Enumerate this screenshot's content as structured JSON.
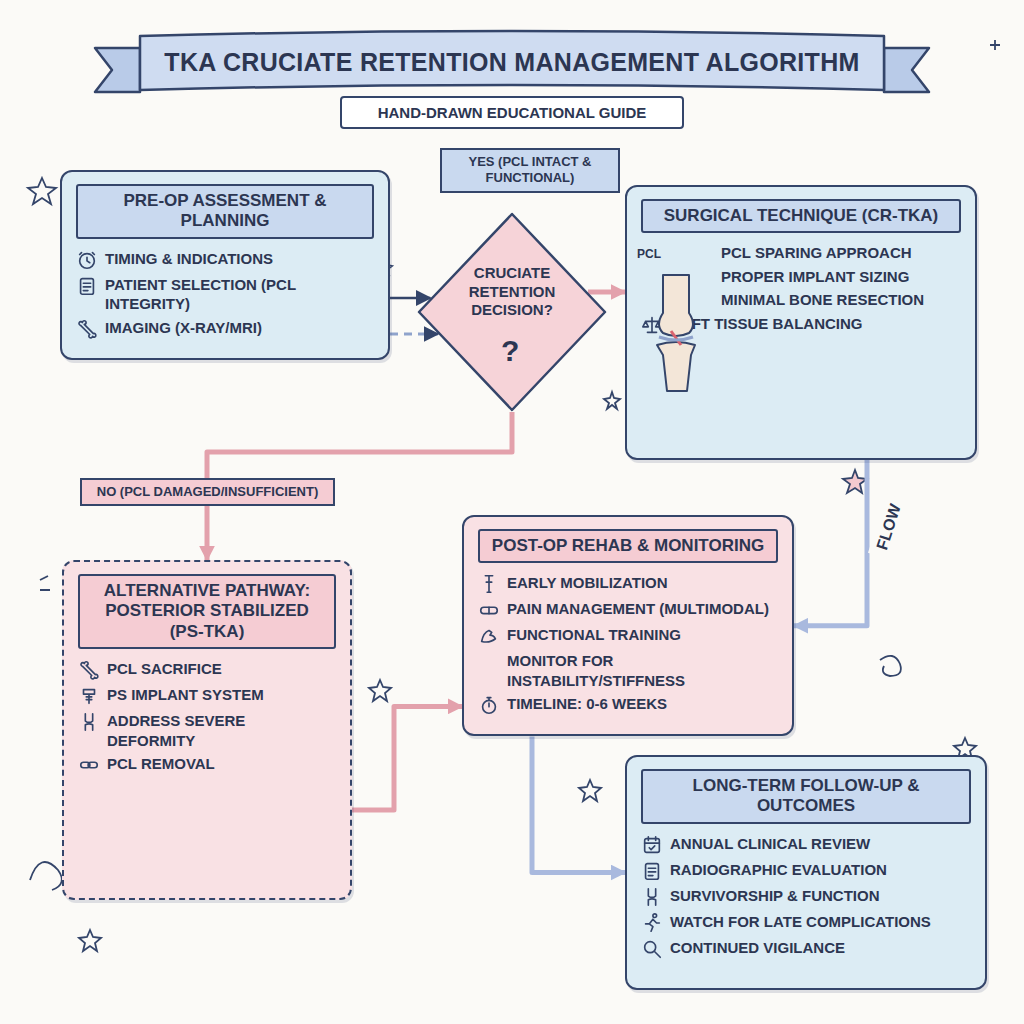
{
  "diagram": {
    "title": "TKA CRUCIATE RETENTION MANAGEMENT ALGORITHM",
    "nodes": [
      {
        "text": [
          "HAND-DRAWN EDUCATIONAL GUIDE"
        ]
      },
      {
        "text": [
          "PRE-OP ASSESSMENT & PLANNING",
          "TIMING & INDICATIONS",
          "PATIENT SELECTION (PCL INTEGRITY)",
          "IMAGING (X-RAY/MRI)"
        ]
      },
      {
        "text": [
          "CRUCIATE RETENTION DECISION?"
        ]
      },
      {
        "text": [
          "SURGICAL TECHNIQUE (CR-TKA)",
          "PCL SPARING APPROACH",
          "PROPER IMPLANT SIZING",
          "MINIMAL BONE RESECTION",
          "SOFT TISSUE BALANCING"
        ]
      },
      {
        "text": [
          "ALTERNATIVE PATHWAY: POSTERIOR STABILIZED (PS-TKA)",
          "PCL SACRIFICE",
          "PS IMPLANT SYSTEM",
          "ADDRESS SEVERE DEFORMITY",
          "PCL REMOVAL"
        ]
      },
      {
        "text": [
          "POST-OP REHAB & MONITORING",
          "EARLY MOBILIZATION",
          "PAIN MANAGEMENT (MULTIMODAL)",
          "FUNCTIONAL TRAINING",
          "MONITOR FOR INSTABILITY/STIFFNESS",
          "TIMELINE: 0-6 WEEKS"
        ]
      },
      {
        "text": [
          "LONG-TERM FOLLOW-UP & OUTCOMES",
          "ANNUAL CLINICAL REVIEW",
          "RADIOGRAPHIC EVALUATION",
          "SURVIVORSHIP & FUNCTION",
          "WATCH FOR LATE COMPLICATIONS",
          "CONTINUED VIGILANCE"
        ]
      }
    ],
    "edges": [
      {
        "from": 1,
        "to": 2,
        "arrow": "to"
      },
      {
        "from": 1,
        "to": 2,
        "arrow": "to"
      },
      {
        "from": 2,
        "to": 3,
        "label": "YES (PCL INTACT & FUNCTIONAL)",
        "arrow": "to"
      },
      {
        "from": 2,
        "to": 4,
        "label": "NO (PCL DAMAGED/INSUFFICIENT)",
        "arrow": "to"
      },
      {
        "from": 3,
        "to": 5,
        "label": "FLOW",
        "arrow": "to"
      },
      {
        "from": 4,
        "to": 5,
        "arrow": "to"
      },
      {
        "from": 5,
        "to": 6,
        "arrow": "to"
      }
    ],
    "labels": [
      "?",
      "PCL"
    ]
  }
}
